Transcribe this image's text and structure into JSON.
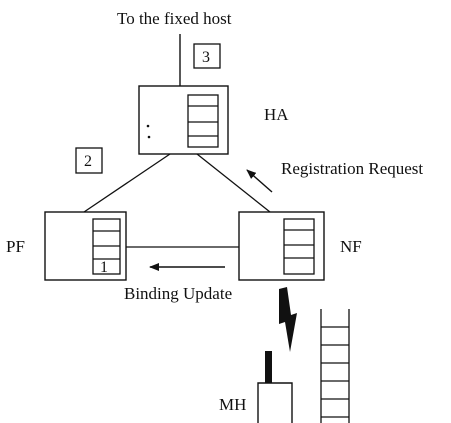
{
  "title": "To the fixed host",
  "markers": {
    "m1": "1",
    "m2": "2",
    "m3": "3"
  },
  "nodes": {
    "ha": "HA",
    "pf": "PF",
    "nf": "NF",
    "mh": "MH"
  },
  "messages": {
    "registration": "Registration Request",
    "binding": "Binding Update"
  }
}
